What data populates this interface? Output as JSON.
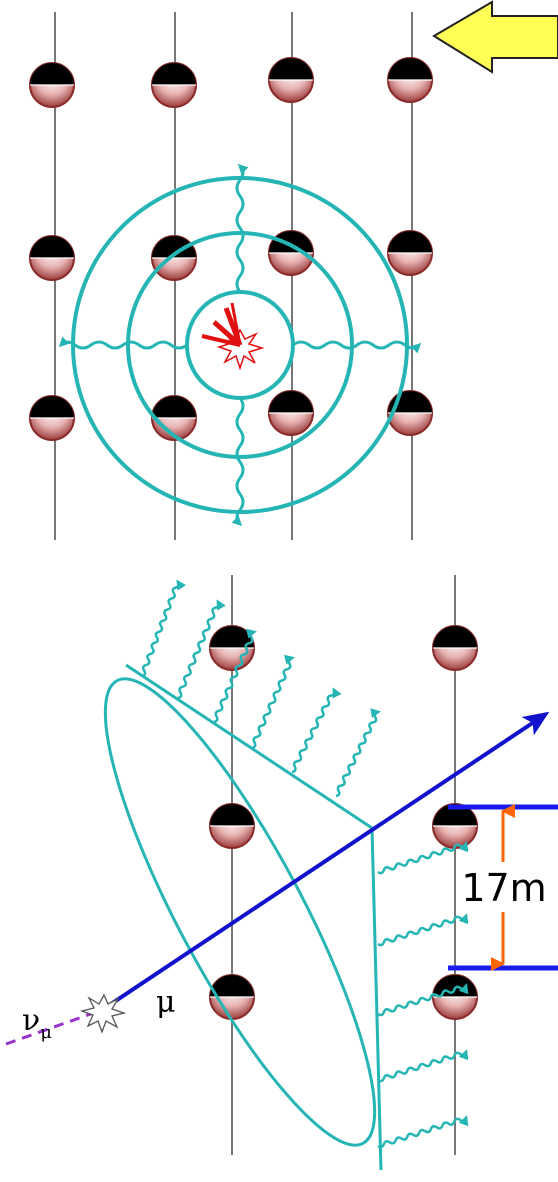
{
  "spacing_label": "17m",
  "neutrino_symbol": "ν",
  "neutrino_subscript": "μ",
  "muon_symbol": "μ",
  "colors": {
    "cyan": "#26b5b5",
    "muon_track": "#1212cc",
    "neutrino_track": "#9933cc",
    "interaction": "#e01010",
    "spacing_marker": "#ff6600",
    "spacing_lines": "#1a1aee",
    "pointer_fill": "#ffff55",
    "string_line": "#777777",
    "module_top": "#000000",
    "module_bottom": "#b05050"
  },
  "icons": {
    "pointer": "yellow-arrow-icon",
    "interaction": "starburst-icon",
    "sensor": "optical-module-icon"
  }
}
